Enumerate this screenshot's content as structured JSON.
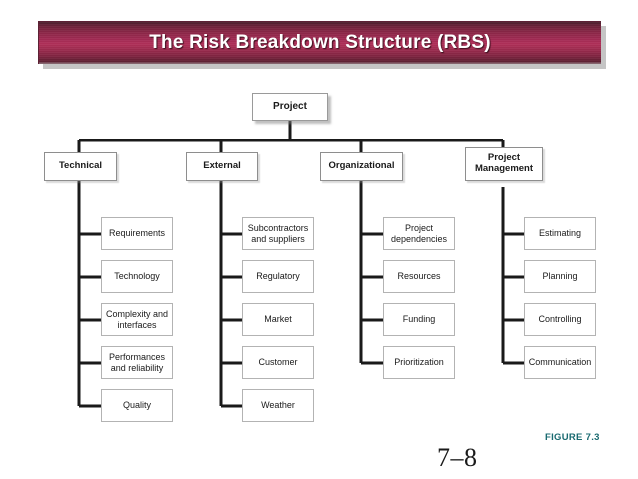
{
  "slide": {
    "title": "The Risk Breakdown Structure (RBS)",
    "banner_color": "#a52b55",
    "background_color": "#ffffff"
  },
  "footer": {
    "figure_label": "FIGURE 7.3",
    "figure_label_color": "#196a70",
    "page_number": "7–8"
  },
  "chart_data": {
    "type": "diagram",
    "diagram_kind": "tree",
    "title": "The Risk Breakdown Structure (RBS)",
    "root": {
      "id": "project",
      "label": "Project"
    },
    "branches": [
      {
        "id": "technical",
        "label": "Technical",
        "children": [
          {
            "id": "requirements",
            "label": "Requirements"
          },
          {
            "id": "technology",
            "label": "Technology"
          },
          {
            "id": "complexity-and-interfaces",
            "label": "Complexity and interfaces"
          },
          {
            "id": "performances-and-reliability",
            "label": "Performances and reliability"
          },
          {
            "id": "quality",
            "label": "Quality"
          }
        ]
      },
      {
        "id": "external",
        "label": "External",
        "children": [
          {
            "id": "subcontractors-and-suppliers",
            "label": "Subcontractors and suppliers"
          },
          {
            "id": "regulatory",
            "label": "Regulatory"
          },
          {
            "id": "market",
            "label": "Market"
          },
          {
            "id": "customer",
            "label": "Customer"
          },
          {
            "id": "weather",
            "label": "Weather"
          }
        ]
      },
      {
        "id": "organizational",
        "label": "Organizational",
        "children": [
          {
            "id": "project-dependencies",
            "label": "Project dependencies"
          },
          {
            "id": "resources",
            "label": "Resources"
          },
          {
            "id": "funding",
            "label": "Funding"
          },
          {
            "id": "prioritization",
            "label": "Prioritization"
          }
        ]
      },
      {
        "id": "project-management",
        "label": "Project Management",
        "children": [
          {
            "id": "estimating",
            "label": "Estimating"
          },
          {
            "id": "planning",
            "label": "Planning"
          },
          {
            "id": "controlling",
            "label": "Controlling"
          },
          {
            "id": "communication",
            "label": "Communication"
          }
        ]
      }
    ]
  }
}
